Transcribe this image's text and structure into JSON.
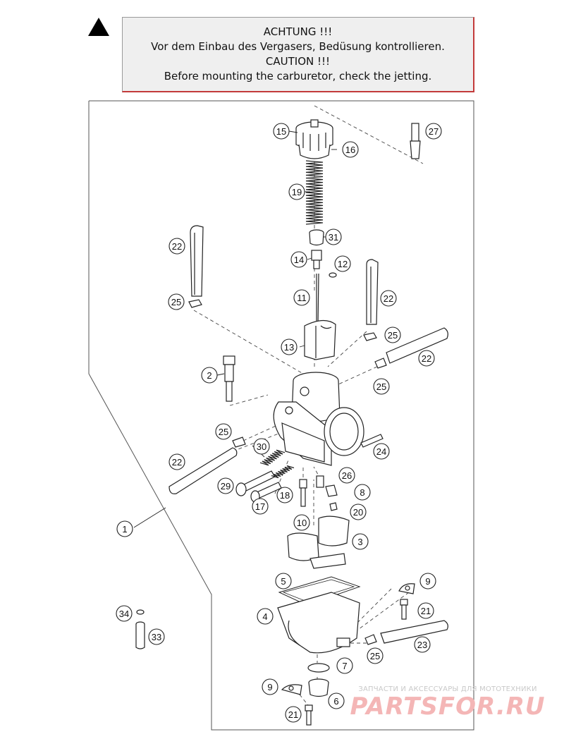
{
  "caution": {
    "line1": "ACHTUNG !!!",
    "line2": "Vor dem Einbau des Vergasers, Bedüsung kontrollieren.",
    "line3": "CAUTION !!!",
    "line4": "Before mounting the carburetor, check the jetting."
  },
  "callouts": [
    {
      "id": "1",
      "label": "1"
    },
    {
      "id": "2",
      "label": "2"
    },
    {
      "id": "3",
      "label": "3"
    },
    {
      "id": "4",
      "label": "4"
    },
    {
      "id": "5",
      "label": "5"
    },
    {
      "id": "6",
      "label": "6"
    },
    {
      "id": "7",
      "label": "7"
    },
    {
      "id": "8",
      "label": "8"
    },
    {
      "id": "9a",
      "label": "9"
    },
    {
      "id": "9b",
      "label": "9"
    },
    {
      "id": "10",
      "label": "10"
    },
    {
      "id": "11",
      "label": "11"
    },
    {
      "id": "12",
      "label": "12"
    },
    {
      "id": "13",
      "label": "13"
    },
    {
      "id": "14",
      "label": "14"
    },
    {
      "id": "15",
      "label": "15"
    },
    {
      "id": "16",
      "label": "16"
    },
    {
      "id": "17",
      "label": "17"
    },
    {
      "id": "18",
      "label": "18"
    },
    {
      "id": "19",
      "label": "19"
    },
    {
      "id": "20",
      "label": "20"
    },
    {
      "id": "21a",
      "label": "21"
    },
    {
      "id": "21b",
      "label": "21"
    },
    {
      "id": "22a",
      "label": "22"
    },
    {
      "id": "22b",
      "label": "22"
    },
    {
      "id": "22c",
      "label": "22"
    },
    {
      "id": "22d",
      "label": "22"
    },
    {
      "id": "23",
      "label": "23"
    },
    {
      "id": "24",
      "label": "24"
    },
    {
      "id": "25a",
      "label": "25"
    },
    {
      "id": "25b",
      "label": "25"
    },
    {
      "id": "25c",
      "label": "25"
    },
    {
      "id": "25d",
      "label": "25"
    },
    {
      "id": "25e",
      "label": "25"
    },
    {
      "id": "26",
      "label": "26"
    },
    {
      "id": "27",
      "label": "27"
    },
    {
      "id": "29",
      "label": "29"
    },
    {
      "id": "30",
      "label": "30"
    },
    {
      "id": "31",
      "label": "31"
    },
    {
      "id": "33",
      "label": "33"
    },
    {
      "id": "34",
      "label": "34"
    }
  ],
  "watermark": {
    "line1": "ЗАПЧАСТИ И АКСЕССУАРЫ ДЛЯ МОТОТЕХНИКИ",
    "logo": "PARTSFOR.RU"
  }
}
